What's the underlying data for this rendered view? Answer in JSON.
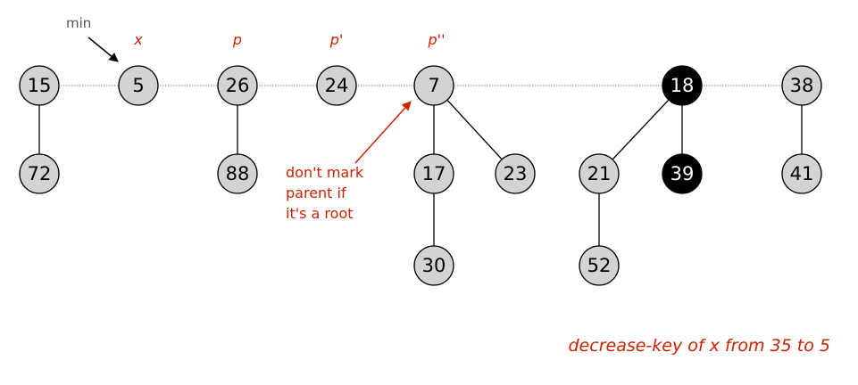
{
  "colors": {
    "node_fill": "#d3d3d3",
    "node_marked_fill": "#000000",
    "node_text": "#000000",
    "node_marked_text": "#ffffff",
    "edge": "#000000",
    "root_list_line": "#8a8a8a",
    "accent_red": "#cc2200",
    "min_label": "#555555"
  },
  "nodes": [
    {
      "id": "n15",
      "key": "15",
      "marked": false
    },
    {
      "id": "n5",
      "key": "5",
      "marked": false
    },
    {
      "id": "n26",
      "key": "26",
      "marked": false
    },
    {
      "id": "n24",
      "key": "24",
      "marked": false
    },
    {
      "id": "n7",
      "key": "7",
      "marked": false
    },
    {
      "id": "n18",
      "key": "18",
      "marked": true
    },
    {
      "id": "n38",
      "key": "38",
      "marked": false
    },
    {
      "id": "n72",
      "key": "72",
      "marked": false
    },
    {
      "id": "n88",
      "key": "88",
      "marked": false
    },
    {
      "id": "n17",
      "key": "17",
      "marked": false
    },
    {
      "id": "n23",
      "key": "23",
      "marked": false
    },
    {
      "id": "n21",
      "key": "21",
      "marked": false
    },
    {
      "id": "n39",
      "key": "39",
      "marked": true
    },
    {
      "id": "n41",
      "key": "41",
      "marked": false
    },
    {
      "id": "n30",
      "key": "30",
      "marked": false
    },
    {
      "id": "n52",
      "key": "52",
      "marked": false
    }
  ],
  "root_list": [
    "n15",
    "n5",
    "n26",
    "n24",
    "n7",
    "n18",
    "n38"
  ],
  "edges": [
    [
      "n15",
      "n72"
    ],
    [
      "n26",
      "n88"
    ],
    [
      "n7",
      "n17"
    ],
    [
      "n7",
      "n23"
    ],
    [
      "n17",
      "n30"
    ],
    [
      "n18",
      "n21"
    ],
    [
      "n18",
      "n39"
    ],
    [
      "n21",
      "n52"
    ],
    [
      "n38",
      "n41"
    ]
  ],
  "labels": {
    "x": "x",
    "p": "p",
    "p_prime": "p'",
    "p_double_prime": "p''",
    "min": "min"
  },
  "note_lines": [
    "don't mark",
    "parent if",
    "it's a root"
  ],
  "caption": "decrease-key of x from 35 to 5"
}
